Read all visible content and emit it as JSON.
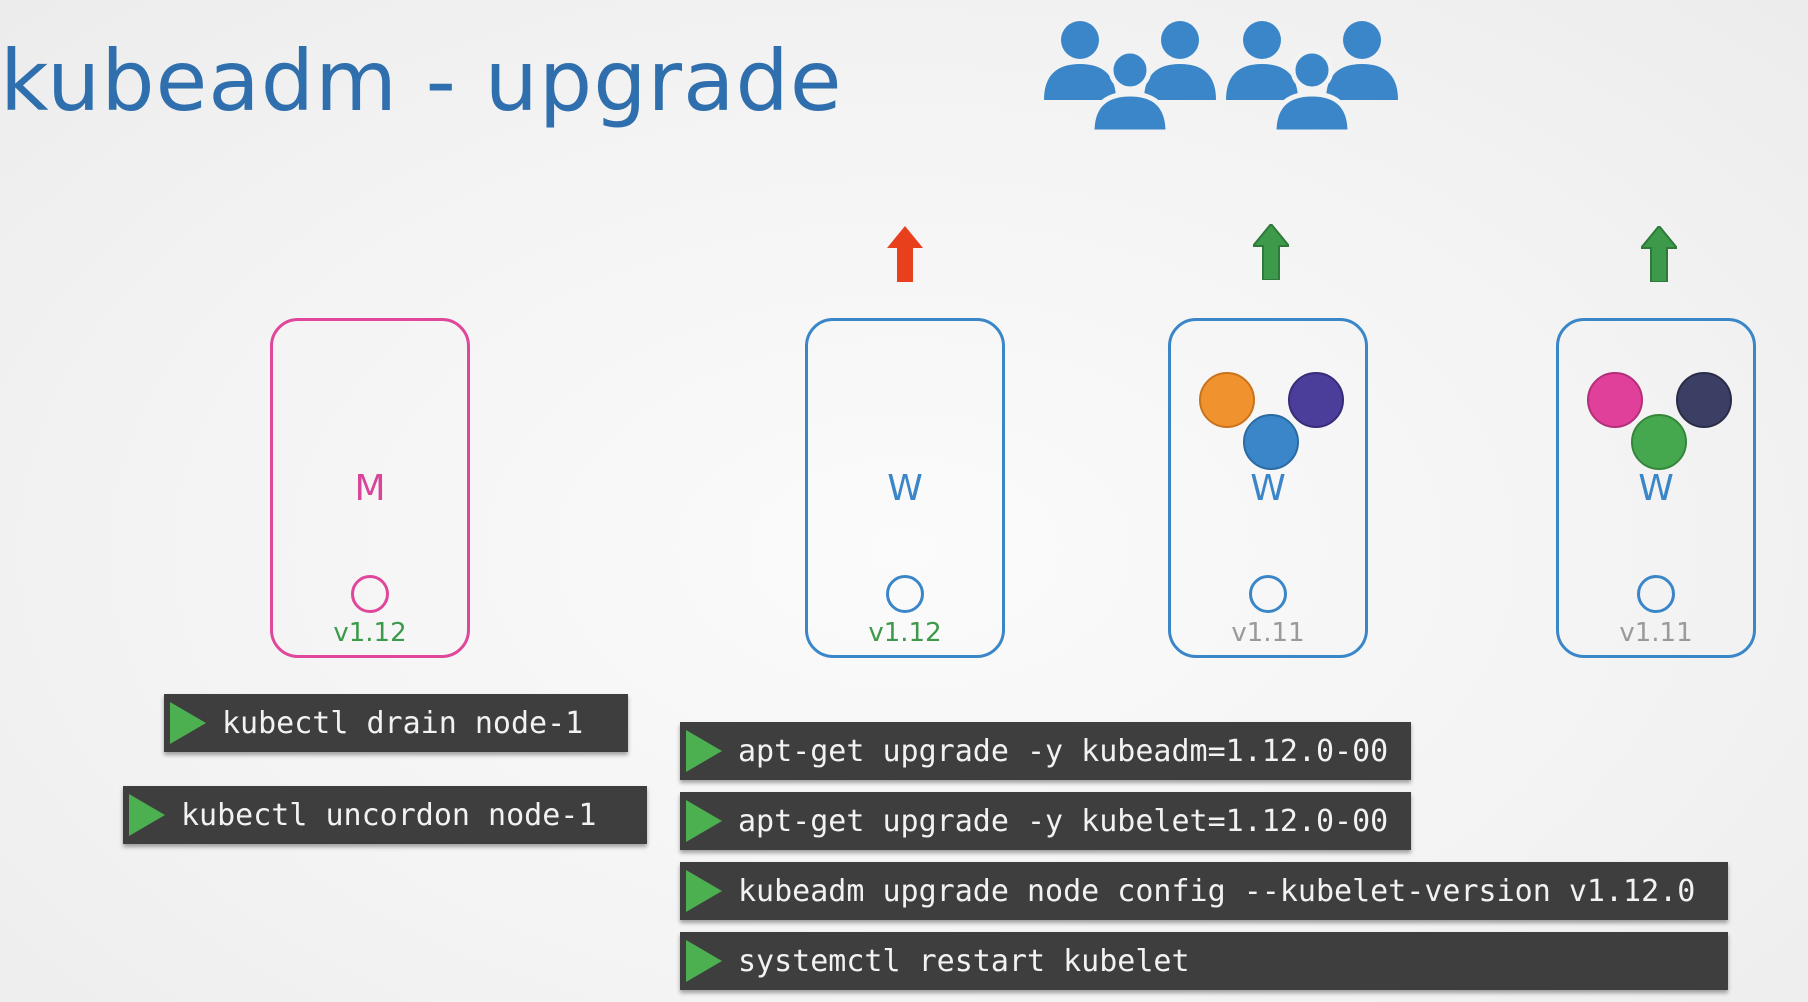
{
  "title": "kubeadm - upgrade",
  "icons": {
    "users": "users-group-icon",
    "arrow_up": "arrow-up-icon",
    "play": "play-icon"
  },
  "colors": {
    "title": "#2f6fad",
    "node_border": "#3a86c8",
    "master_border": "#e0469a",
    "arrow_red": "#e8401c",
    "arrow_green": "#3c9a4a",
    "version_new": "#3c9a4a",
    "version_old": "#9a9a9a",
    "command_bg": "#3e3e3e"
  },
  "nodes": [
    {
      "letter": "M",
      "version": "v1.12",
      "version_state": "upgraded",
      "role": "master"
    },
    {
      "letter": "W",
      "version": "v1.12",
      "version_state": "upgraded",
      "arrow": "red",
      "pods": []
    },
    {
      "letter": "W",
      "version": "v1.11",
      "version_state": "old",
      "arrow": "green",
      "pods": [
        "#f0922e",
        "#3a86c8",
        "#4b3d9a"
      ]
    },
    {
      "letter": "W",
      "version": "v1.11",
      "version_state": "old",
      "arrow": "green",
      "pods": [
        "#e0409a",
        "#46a84e",
        "#3b3f63"
      ]
    }
  ],
  "commands": [
    {
      "text": "kubectl drain node-1"
    },
    {
      "text": "kubectl uncordon node-1"
    },
    {
      "text": "apt-get upgrade -y kubeadm=1.12.0-00"
    },
    {
      "text": "apt-get upgrade -y kubelet=1.12.0-00"
    },
    {
      "text": "kubeadm upgrade node config --kubelet-version v1.12.0"
    },
    {
      "text": "systemctl restart kubelet"
    }
  ]
}
